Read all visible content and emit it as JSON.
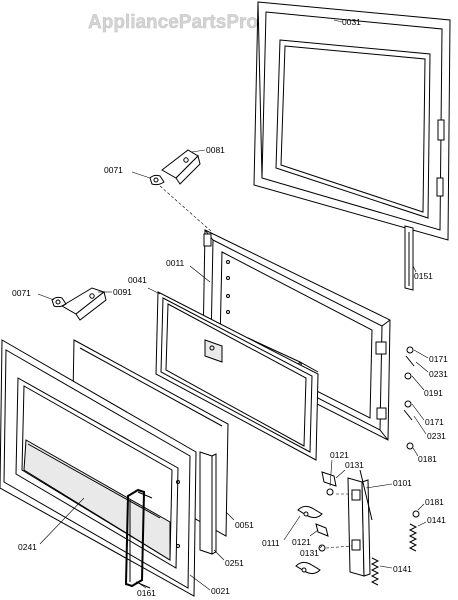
{
  "watermark": "AppliancePartsPros.com",
  "labels": {
    "p0031": "0031",
    "p0081": "0081",
    "p0071_top": "0071",
    "p0011": "0011",
    "p0041": "0041",
    "p0071_left": "0071",
    "p0091": "0091",
    "p0151": "0151",
    "p0171_a": "0171",
    "p0231_a": "0231",
    "p0191": "0191",
    "p0171_b": "0171",
    "p0231_b": "0231",
    "p0181_a": "0181",
    "p0121_a": "0121",
    "p0131_a": "0131",
    "p0101": "0101",
    "p0181_b": "0181",
    "p0141_a": "0141",
    "p0111": "0111",
    "p0121_b": "0121",
    "p0131_b": "0131",
    "p0141_b": "0141",
    "p0051": "0051",
    "p0241": "0241",
    "p0251": "0251",
    "p0021": "0021",
    "p0161": "0161"
  }
}
